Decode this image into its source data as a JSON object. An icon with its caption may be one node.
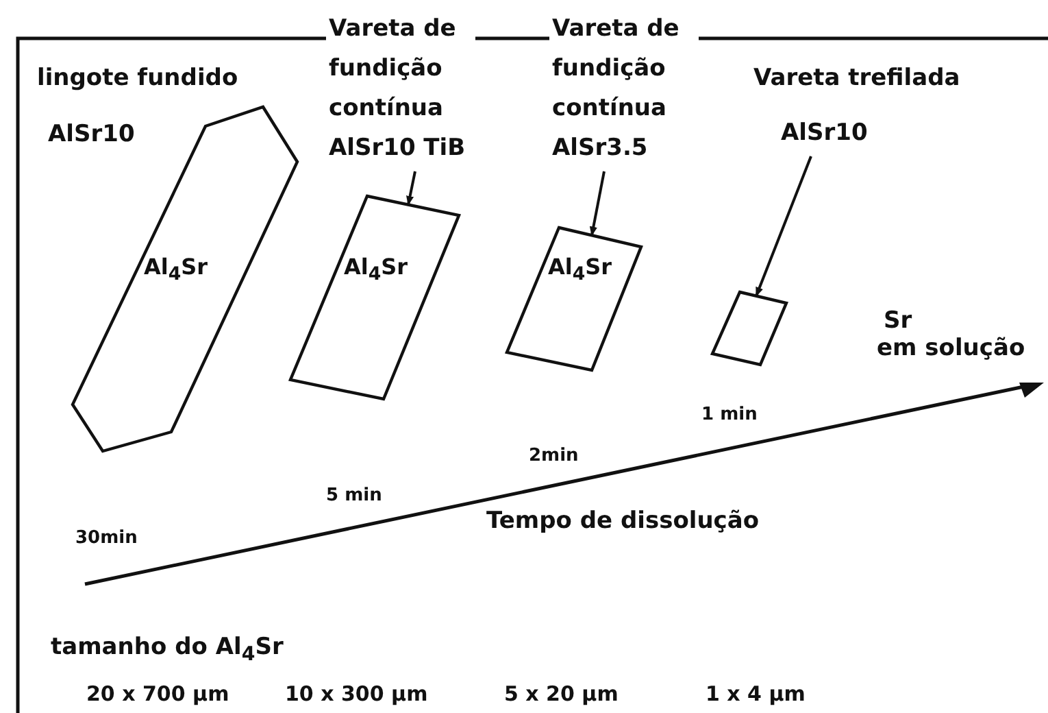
{
  "diagram": {
    "nodes": [
      {
        "text": [
          "Vareta de fundição contínua",
          "AlSr10 TiB"
        ]
      },
      {
        "text": [
          "Vareta de fundição contínua",
          "AlSr3.5"
        ]
      },
      {
        "text": [
          "Vareta trefilada",
          "AlSr10"
        ]
      },
      {
        "text": [
          "Al$_{4}$Sr"
        ],
        "beside": [
          "lingote fundido",
          "AlSr10"
        ]
      },
      {
        "text": [
          "Al$_{4}$Sr"
        ]
      },
      {
        "text": [
          "Al$_{4}$Sr"
        ]
      },
      {
        "text": [],
        "shape": "box"
      }
    ],
    "edges": [
      {
        "from": 0,
        "to": 4,
        "arrow": "to"
      },
      {
        "from": 1,
        "to": 5,
        "arrow": "to"
      },
      {
        "from": 2,
        "to": 6,
        "arrow": "to"
      }
    ],
    "labels": [
      "Sr",
      "em solução",
      "1 min",
      "2min",
      "5 min",
      "30min",
      "Tempo de dissolução",
      "tamanho do Al$_{4}$Sr",
      "20 x 700 µm",
      "10 x 300 µm",
      "5 x 20 µm",
      "1 x 4 µm"
    ]
  }
}
